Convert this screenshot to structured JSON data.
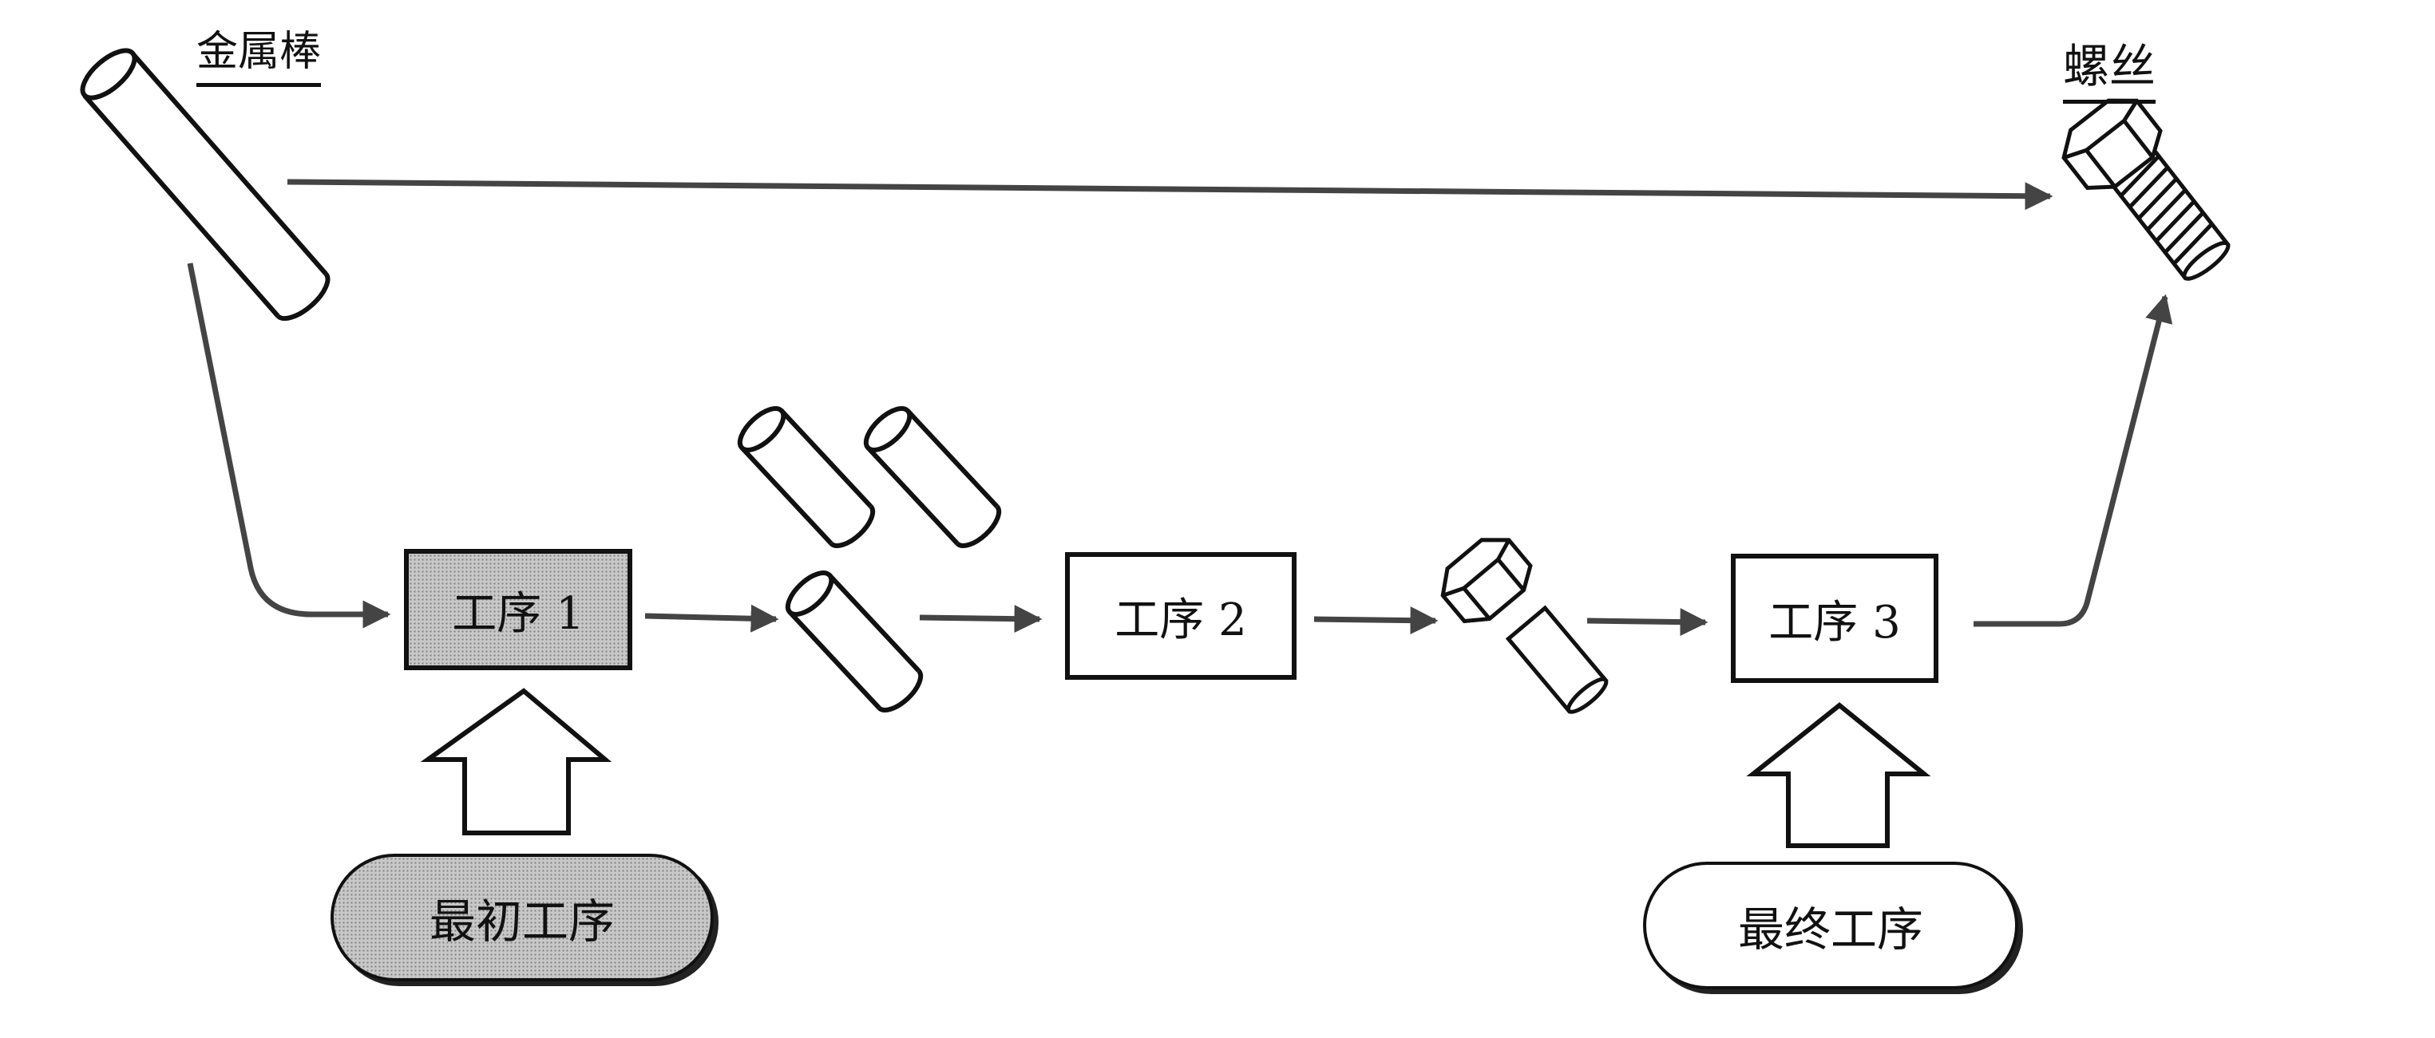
{
  "labels": {
    "metal_rod": "金属棒",
    "screw": "螺丝"
  },
  "steps": {
    "step1": "工序 1",
    "step2": "工序 2",
    "step3": "工序 3"
  },
  "stages": {
    "initial": "最初工序",
    "final": "最终工序"
  }
}
